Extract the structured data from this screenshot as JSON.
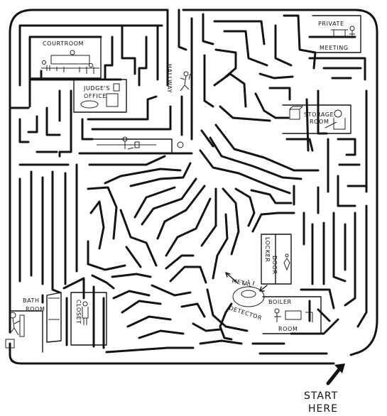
{
  "rooms": {
    "courtroom": "COURTROOM",
    "judges_office_line1": "JUDGE'S",
    "judges_office_line2": "OFFICE",
    "hallway": "HALLWAY",
    "private_line1": "PRIVATE",
    "private_line2": "MEETING",
    "storage_line1": "STORAGE",
    "storage_line2": "ROOM",
    "bath_line1": "BATH",
    "bath_line2": "ROOM",
    "closet": "CLOSET",
    "locker": "LOCKER",
    "door": "DOOR",
    "metal_line1": "METAL",
    "metal_line2": "DETECTOR",
    "boiler": "BOILER",
    "boiler_room": "ROOM"
  },
  "start": {
    "line1": "START",
    "line2": "HERE",
    "arrow_icon": "arrow-up-right-icon"
  }
}
